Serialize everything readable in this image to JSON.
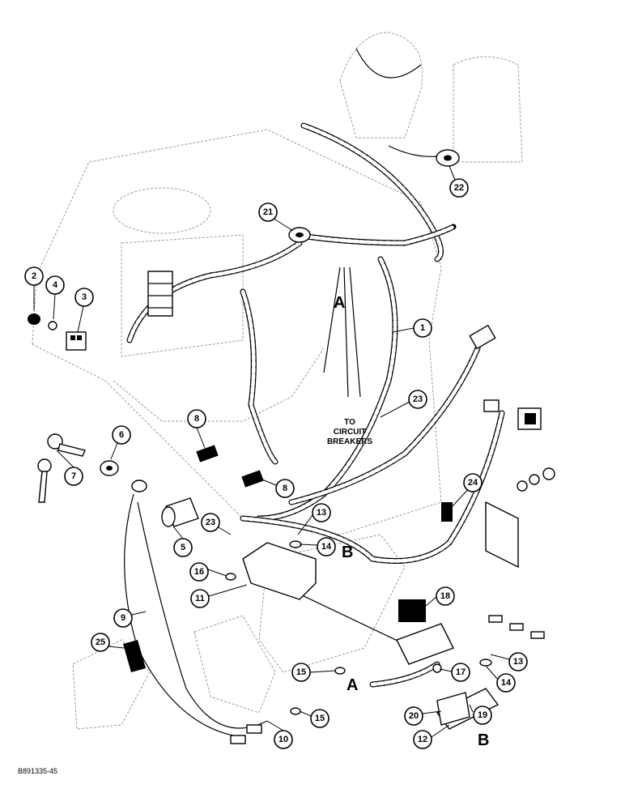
{
  "diagram": {
    "figure_number": "B891335-45",
    "note": [
      "TO",
      "CIRCUIT",
      "BREAKERS"
    ],
    "letters": [
      "A",
      "B"
    ],
    "callouts": [
      "1",
      "2",
      "3",
      "4",
      "5",
      "6",
      "7",
      "8",
      "9",
      "10",
      "11",
      "12",
      "13",
      "14",
      "15",
      "16",
      "17",
      "18",
      "19",
      "20",
      "21",
      "22",
      "23",
      "24",
      "25"
    ]
  }
}
